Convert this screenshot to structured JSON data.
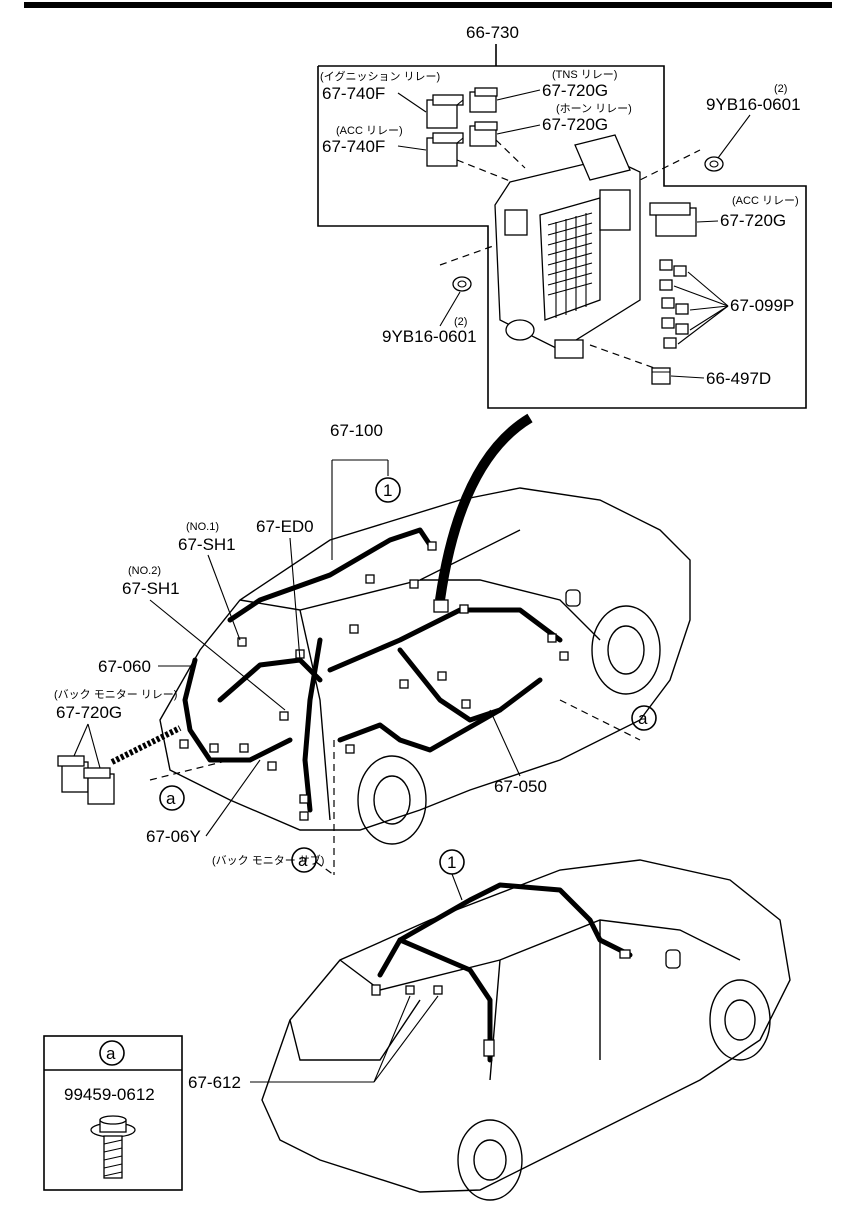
{
  "labels": {
    "fuse_box": "66-730",
    "ign_relay_note": "(イグニッション リレー)",
    "ign_relay": "67-740F",
    "acc_relay_note_1": "(ACC リレー)",
    "acc_relay_1": "67-740F",
    "tns_relay_note": "(TNS リレー)",
    "tns_relay": "67-720G",
    "horn_relay_note": "(ホーン リレー)",
    "horn_relay": "67-720G",
    "nut_qty_top": "(2)",
    "nut_top": "9YB16-0601",
    "acc_relay_note_2": "(ACC リレー)",
    "acc_relay_2": "67-720G",
    "fuse": "67-099P",
    "nut_qty_left": "(2)",
    "nut_left": "9YB16-0601",
    "cover": "66-497D",
    "roof_harness": "67-100",
    "circle_1a": "1",
    "circle_1b": "1",
    "no1_note": "(NO.1)",
    "no1": "67-SH1",
    "ed0": "67-ED0",
    "no2_note": "(NO.2)",
    "no2": "67-SH1",
    "h060": "67-060",
    "back_relay_note": "(バック モニター リレー)",
    "back_relay": "67-720G",
    "circle_a1": "a",
    "circle_a2": "a",
    "circle_a3": "a",
    "circle_a4": "a",
    "h050": "67-050",
    "h06y": "67-06Y",
    "back_sensor_note": "(バック モニター サブ)",
    "h612": "67-612",
    "bolt": "99459-0612"
  }
}
